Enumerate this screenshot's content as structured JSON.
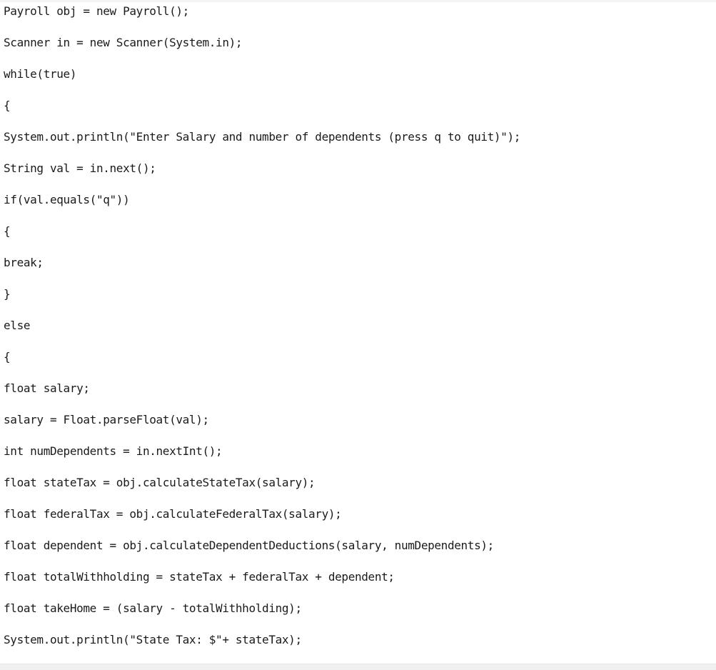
{
  "code_lines": [
    "Payroll obj = new Payroll();",
    "Scanner in = new Scanner(System.in);",
    "while(true)",
    "{",
    "System.out.println(\"Enter Salary and number of dependents (press q to quit)\");",
    "String val = in.next();",
    "if(val.equals(\"q\"))",
    "{",
    "break;",
    "}",
    "else",
    "{",
    "float salary;",
    "salary = Float.parseFloat(val);",
    "int numDependents = in.nextInt();",
    "float stateTax = obj.calculateStateTax(salary);",
    "float federalTax = obj.calculateFederalTax(salary);",
    "float dependent = obj.calculateDependentDeductions(salary, numDependents);",
    "float totalWithholding = stateTax + federalTax + dependent;",
    "float takeHome = (salary - totalWithholding);",
    "System.out.println(\"State Tax: $\"+ stateTax);"
  ]
}
